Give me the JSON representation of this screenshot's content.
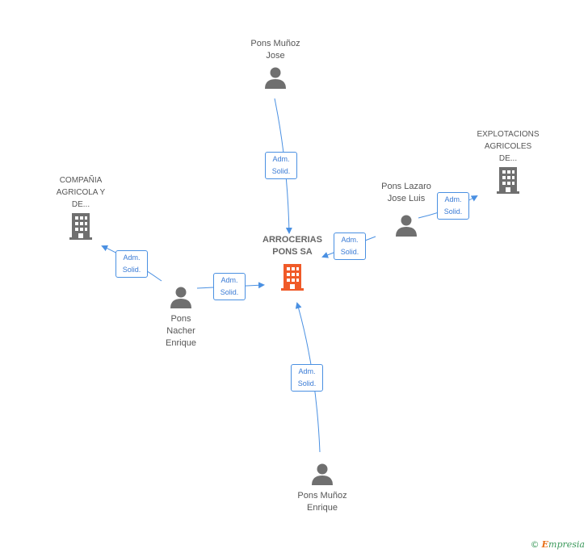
{
  "nodes": {
    "center": {
      "label_1": "ARROCERIAS",
      "label_2": "PONS SA",
      "icon": "building-icon",
      "color": "#f05a28"
    },
    "top": {
      "label_1": "Pons Muñoz",
      "label_2": "Jose",
      "icon": "person-icon"
    },
    "right_person": {
      "label_1": "Pons Lazaro",
      "label_2": "Jose Luis",
      "icon": "person-icon"
    },
    "right_company": {
      "label_1": "EXPLOTACIONS",
      "label_2": "AGRICOLES",
      "label_3": "DE...",
      "icon": "building-icon"
    },
    "left_company": {
      "label_1": "COMPAÑIA",
      "label_2": "AGRICOLA Y",
      "label_3": "DE...",
      "icon": "building-icon"
    },
    "left_person": {
      "label_1": "Pons",
      "label_2": "Nacher",
      "label_3": "Enrique",
      "icon": "person-icon"
    },
    "bottom": {
      "label_1": "Pons Muñoz",
      "label_2": "Enrique",
      "icon": "person-icon"
    }
  },
  "edges": {
    "top_to_center": {
      "line_1": "Adm.",
      "line_2": "Solid."
    },
    "right_to_center": {
      "line_1": "Adm.",
      "line_2": "Solid."
    },
    "right_to_company": {
      "line_1": "Adm.",
      "line_2": "Solid."
    },
    "left_to_company": {
      "line_1": "Adm.",
      "line_2": "Solid."
    },
    "left_to_center": {
      "line_1": "Adm.",
      "line_2": "Solid."
    },
    "bottom_to_center": {
      "line_1": "Adm.",
      "line_2": "Solid."
    }
  },
  "colors": {
    "edge": "#4a90e2",
    "icon_gray": "#6f6f6f",
    "accent": "#f05a28"
  },
  "brand": {
    "copyright": "©",
    "initial": "E",
    "rest": "mpresia"
  }
}
